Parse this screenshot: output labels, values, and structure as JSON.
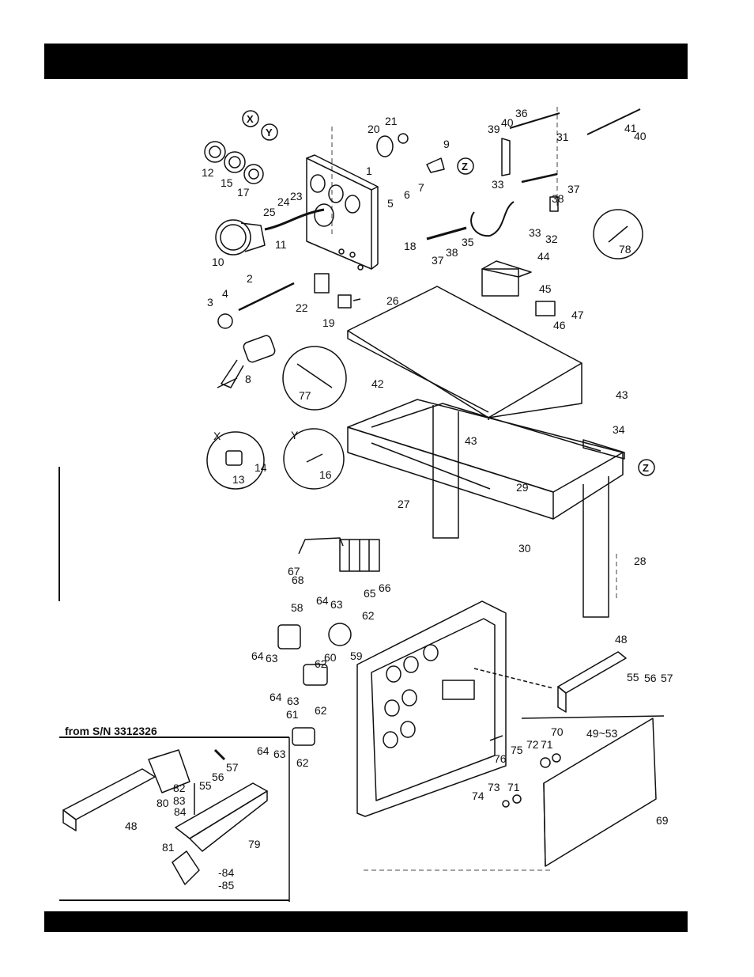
{
  "inset": {
    "caption": "from S/N 3312326"
  },
  "callouts": [
    "X",
    "Y",
    "Z"
  ],
  "detail_circles": {
    "X": "X",
    "Y": "Y"
  },
  "labels": [
    {
      "id": "p1",
      "text": "1"
    },
    {
      "id": "p2",
      "text": "2"
    },
    {
      "id": "p3",
      "text": "3"
    },
    {
      "id": "p4",
      "text": "4"
    },
    {
      "id": "p5",
      "text": "5"
    },
    {
      "id": "p6",
      "text": "6"
    },
    {
      "id": "p7",
      "text": "7"
    },
    {
      "id": "p8",
      "text": "8"
    },
    {
      "id": "p9",
      "text": "9"
    },
    {
      "id": "p10",
      "text": "10"
    },
    {
      "id": "p11",
      "text": "11"
    },
    {
      "id": "p12",
      "text": "12"
    },
    {
      "id": "p13",
      "text": "13"
    },
    {
      "id": "p14",
      "text": "14"
    },
    {
      "id": "p15",
      "text": "15"
    },
    {
      "id": "p16",
      "text": "16"
    },
    {
      "id": "p17",
      "text": "17"
    },
    {
      "id": "p18",
      "text": "18"
    },
    {
      "id": "p19",
      "text": "19"
    },
    {
      "id": "p20",
      "text": "20"
    },
    {
      "id": "p21",
      "text": "21"
    },
    {
      "id": "p22",
      "text": "22"
    },
    {
      "id": "p23",
      "text": "23"
    },
    {
      "id": "p24",
      "text": "24"
    },
    {
      "id": "p25",
      "text": "25"
    },
    {
      "id": "p26",
      "text": "26"
    },
    {
      "id": "p27",
      "text": "27"
    },
    {
      "id": "p28",
      "text": "28"
    },
    {
      "id": "p29",
      "text": "29"
    },
    {
      "id": "p30",
      "text": "30"
    },
    {
      "id": "p31",
      "text": "31"
    },
    {
      "id": "p32",
      "text": "32"
    },
    {
      "id": "p33a",
      "text": "33"
    },
    {
      "id": "p33b",
      "text": "33"
    },
    {
      "id": "p34",
      "text": "34"
    },
    {
      "id": "p35",
      "text": "35"
    },
    {
      "id": "p36",
      "text": "36"
    },
    {
      "id": "p37a",
      "text": "37"
    },
    {
      "id": "p37b",
      "text": "37"
    },
    {
      "id": "p38a",
      "text": "38"
    },
    {
      "id": "p38b",
      "text": "38"
    },
    {
      "id": "p39",
      "text": "39"
    },
    {
      "id": "p40a",
      "text": "40"
    },
    {
      "id": "p40b",
      "text": "40"
    },
    {
      "id": "p41",
      "text": "41"
    },
    {
      "id": "p42",
      "text": "42"
    },
    {
      "id": "p43a",
      "text": "43"
    },
    {
      "id": "p43b",
      "text": "43"
    },
    {
      "id": "p44",
      "text": "44"
    },
    {
      "id": "p45",
      "text": "45"
    },
    {
      "id": "p46",
      "text": "46"
    },
    {
      "id": "p47",
      "text": "47"
    },
    {
      "id": "p48",
      "text": "48"
    },
    {
      "id": "p49",
      "text": "49~53"
    },
    {
      "id": "p55",
      "text": "55"
    },
    {
      "id": "p56",
      "text": "56"
    },
    {
      "id": "p57",
      "text": "57"
    },
    {
      "id": "p58",
      "text": "58"
    },
    {
      "id": "p59",
      "text": "59"
    },
    {
      "id": "p60",
      "text": "60"
    },
    {
      "id": "p61",
      "text": "61"
    },
    {
      "id": "p62a",
      "text": "62"
    },
    {
      "id": "p62b",
      "text": "62"
    },
    {
      "id": "p62c",
      "text": "62"
    },
    {
      "id": "p62d",
      "text": "62"
    },
    {
      "id": "p63a",
      "text": "63"
    },
    {
      "id": "p63b",
      "text": "63"
    },
    {
      "id": "p63c",
      "text": "63"
    },
    {
      "id": "p63d",
      "text": "63"
    },
    {
      "id": "p64a",
      "text": "64"
    },
    {
      "id": "p64b",
      "text": "64"
    },
    {
      "id": "p64c",
      "text": "64"
    },
    {
      "id": "p64d",
      "text": "64"
    },
    {
      "id": "p65",
      "text": "65"
    },
    {
      "id": "p66",
      "text": "66"
    },
    {
      "id": "p67",
      "text": "67"
    },
    {
      "id": "p68",
      "text": "68"
    },
    {
      "id": "p69",
      "text": "69"
    },
    {
      "id": "p70",
      "text": "70"
    },
    {
      "id": "p71a",
      "text": "71"
    },
    {
      "id": "p71b",
      "text": "71"
    },
    {
      "id": "p72",
      "text": "72"
    },
    {
      "id": "p73",
      "text": "73"
    },
    {
      "id": "p74",
      "text": "74"
    },
    {
      "id": "p75",
      "text": "75"
    },
    {
      "id": "p76",
      "text": "76"
    },
    {
      "id": "p77",
      "text": "77"
    },
    {
      "id": "p78",
      "text": "78"
    },
    {
      "id": "i48",
      "text": "48"
    },
    {
      "id": "i55",
      "text": "55"
    },
    {
      "id": "i56",
      "text": "56"
    },
    {
      "id": "i57",
      "text": "57"
    },
    {
      "id": "i79",
      "text": "79"
    },
    {
      "id": "i80",
      "text": "80"
    },
    {
      "id": "i81",
      "text": "81"
    },
    {
      "id": "i82",
      "text": "82"
    },
    {
      "id": "i83",
      "text": "83"
    },
    {
      "id": "i84a",
      "text": "84"
    },
    {
      "id": "i84b",
      "text": "-84"
    },
    {
      "id": "i85",
      "text": "-85"
    }
  ]
}
